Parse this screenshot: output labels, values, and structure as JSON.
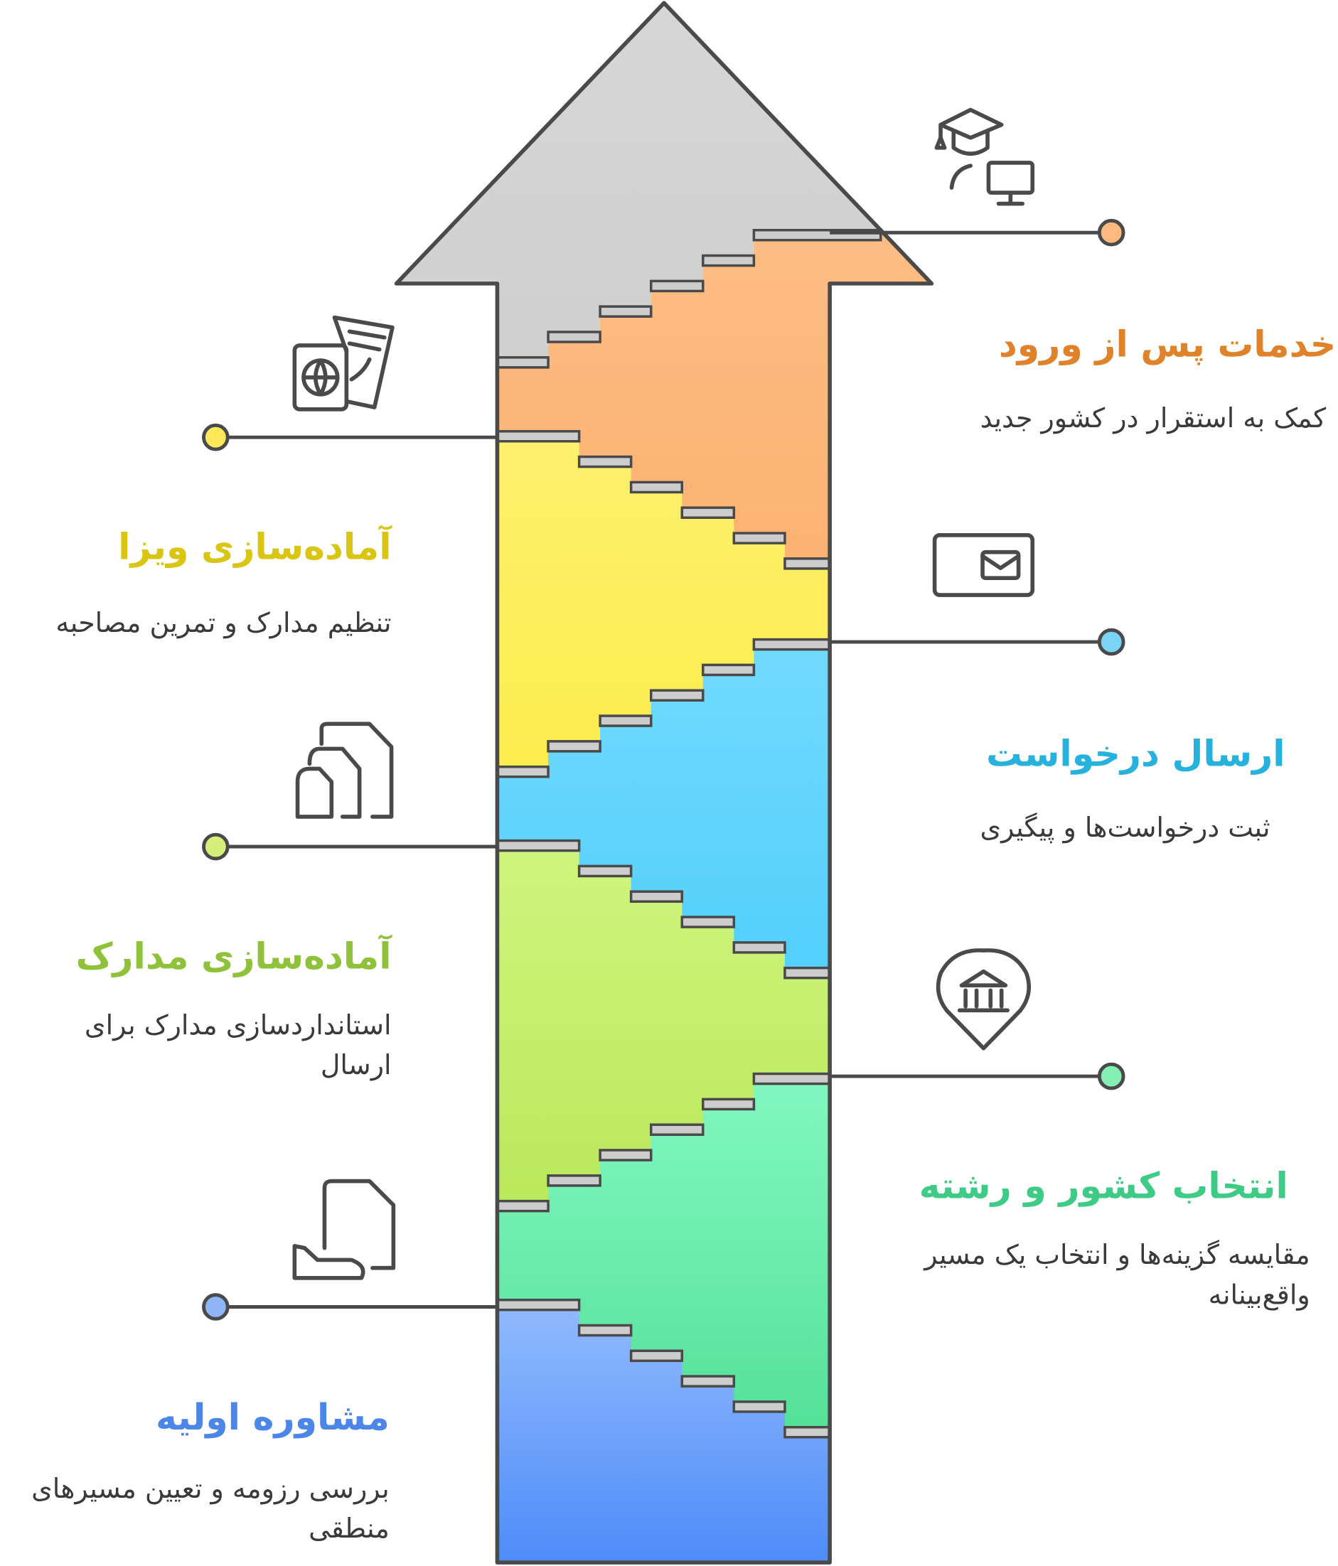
{
  "steps": [
    {
      "id": "post-arrival",
      "title": "خدمات پس از ورود",
      "desc": "کمک به استقرار در کشور جدید",
      "color": "#e0822a",
      "side": "right",
      "icon": "graduate-computer-icon"
    },
    {
      "id": "visa",
      "title": "آماده‌سازی ویزا",
      "desc": "تنظیم مدارک و تمرین مصاحبه",
      "color": "#d9c512",
      "side": "left",
      "icon": "passport-ticket-icon"
    },
    {
      "id": "submit",
      "title": "ارسال درخواست",
      "desc": "ثبت درخواست‌ها و پیگیری",
      "color": "#27b1dd",
      "side": "right",
      "icon": "mail-icon"
    },
    {
      "id": "documents",
      "title": "آماده‌سازی مدارک",
      "desc": "استانداردسازی مدارک برای ارسال",
      "color": "#8fc23a",
      "side": "left",
      "icon": "documents-icon"
    },
    {
      "id": "country",
      "title": "انتخاب کشور و رشته",
      "desc": "مقایسه گزینه‌ها و انتخاب یک مسیر واقع‌بینانه",
      "color": "#3ecb85",
      "side": "right",
      "icon": "university-pin-icon"
    },
    {
      "id": "consult",
      "title": "مشاوره اولیه",
      "desc": "بررسی رزومه و تعیین مسیرهای منطقی",
      "color": "#4b86e8",
      "side": "left",
      "icon": "document-hand-icon"
    }
  ],
  "band_colors": {
    "gray": [
      "#d6d6d6",
      "#b9b9b9"
    ],
    "orange": [
      "#fdbd84",
      "#f7903a"
    ],
    "yellow": [
      "#fdf06e",
      "#fde400"
    ],
    "cyan": [
      "#72dafd",
      "#1abcfa"
    ],
    "lime": [
      "#d0f57e",
      "#a5dc38"
    ],
    "green": [
      "#82f8c2",
      "#44d888"
    ],
    "blue": [
      "#92bbfd",
      "#4e8cf9"
    ]
  },
  "dot_colors": [
    "#fdb97e",
    "#fde95a",
    "#7ad4f5",
    "#d4f07a",
    "#84f0b3",
    "#8fb4f8"
  ]
}
